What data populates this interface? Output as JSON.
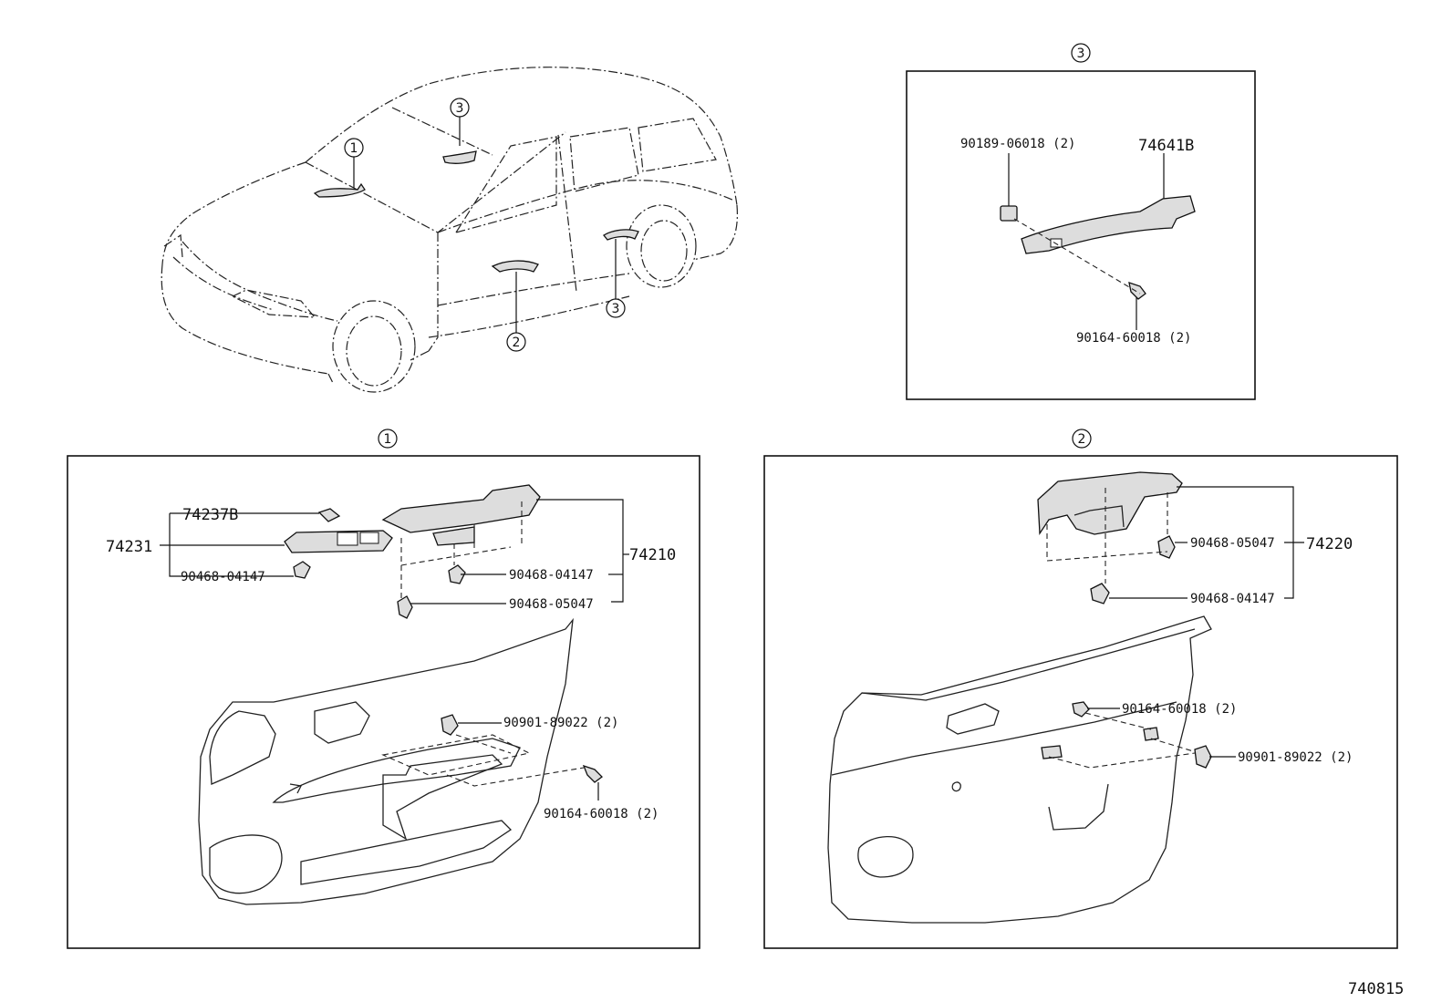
{
  "diagram_code": "740815",
  "callouts": {
    "c1": "1",
    "c2": "2",
    "c3": "3"
  },
  "panel3": {
    "title": "3",
    "parts": {
      "p_74641B": "74641B",
      "p_90189": "90189-06018 (2)",
      "p_90164": "90164-60018 (2)"
    }
  },
  "panel1": {
    "title": "1",
    "parts": {
      "p_74237B": "74237B",
      "p_74231": "74231",
      "p_90468_04147_a": "90468-04147",
      "p_74210": "74210",
      "p_90468_04147_b": "90468-04147",
      "p_90468_05047": "90468-05047",
      "p_90901": "90901-89022 (2)",
      "p_90164": "90164-60018 (2)"
    }
  },
  "panel2": {
    "title": "2",
    "parts": {
      "p_90468_05047": "90468-05047",
      "p_74220": "74220",
      "p_90468_04147": "90468-04147",
      "p_90164": "90164-60018 (2)",
      "p_90901": "90901-89022 (2)"
    }
  }
}
